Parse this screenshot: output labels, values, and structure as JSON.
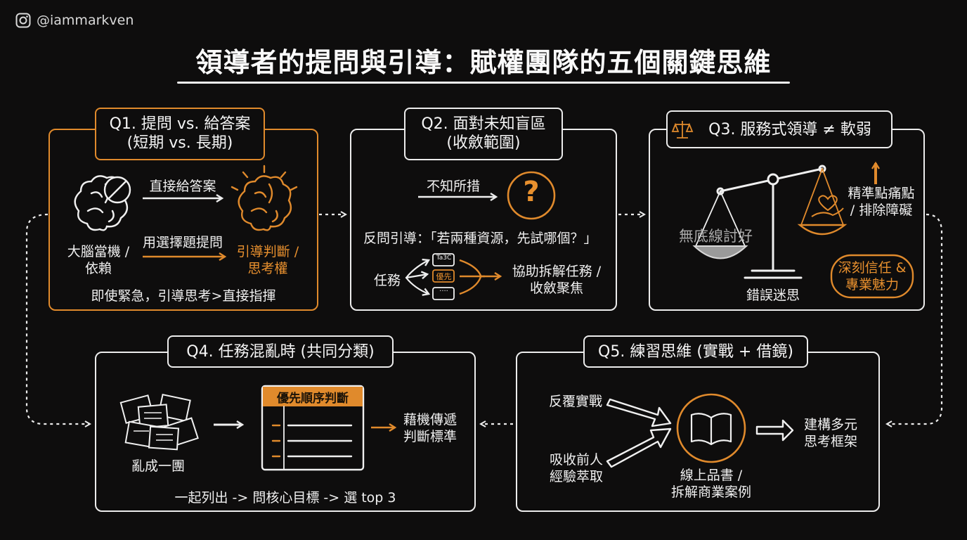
{
  "header": {
    "handle": "@iammarkven",
    "title": "領導者的提問與引導：賦權團隊的五個關鍵思維"
  },
  "q1": {
    "label_line1": "Q1. 提問 vs. 給答案",
    "label_line2": "(短期 vs. 長期)",
    "arrow_top": "直接給答案",
    "arrow_bottom": "用選擇題提問",
    "left_line1": "大腦當機 /",
    "left_line2": "依賴",
    "right_line1": "引導判斷 /",
    "right_line2": "思考權",
    "footer": "即使緊急，引導思考>直接指揮"
  },
  "q2": {
    "label_line1": "Q2. 面對未知盲區",
    "label_line2": "(收斂範圍)",
    "arrow_label": "不知所措",
    "question": "反問引導：「若兩種資源，先試哪個？」",
    "task": "任務",
    "result_line1": "協助拆解任務 /",
    "result_line2": "收斂聚焦",
    "mini1": "Ta3C",
    "mini2": "優先",
    "mini3": "····"
  },
  "q3": {
    "label": "Q3. 服務式領導 ≠ 軟弱",
    "left_pan": "無底線討好",
    "base": "錯誤迷思",
    "right_line1": "精準點痛點",
    "right_line2": "/ 排除障礙",
    "badge_line1": "深刻信任 &",
    "badge_line2": "專業魅力"
  },
  "q4": {
    "label": "Q4. 任務混亂時 (共同分類)",
    "mess": "亂成一團",
    "priority": "優先順序判斷",
    "result_line1": "藉機傳遞",
    "result_line2": "判斷標準",
    "footer": "一起列出 -> 問核心目標 -> 選 top 3"
  },
  "q5": {
    "label": "Q5. 練習思維 (實戰 + 借鏡)",
    "input1": "反覆實戰",
    "input2_line1": "吸收前人",
    "input2_line2": "經驗萃取",
    "book_line1": "線上品書 /",
    "book_line2": "拆解商業案例",
    "result_line1": "建構多元",
    "result_line2": "思考框架"
  },
  "colors": {
    "accent": "#e08a2c",
    "line": "#ececec",
    "background": "#0e0d0d"
  }
}
